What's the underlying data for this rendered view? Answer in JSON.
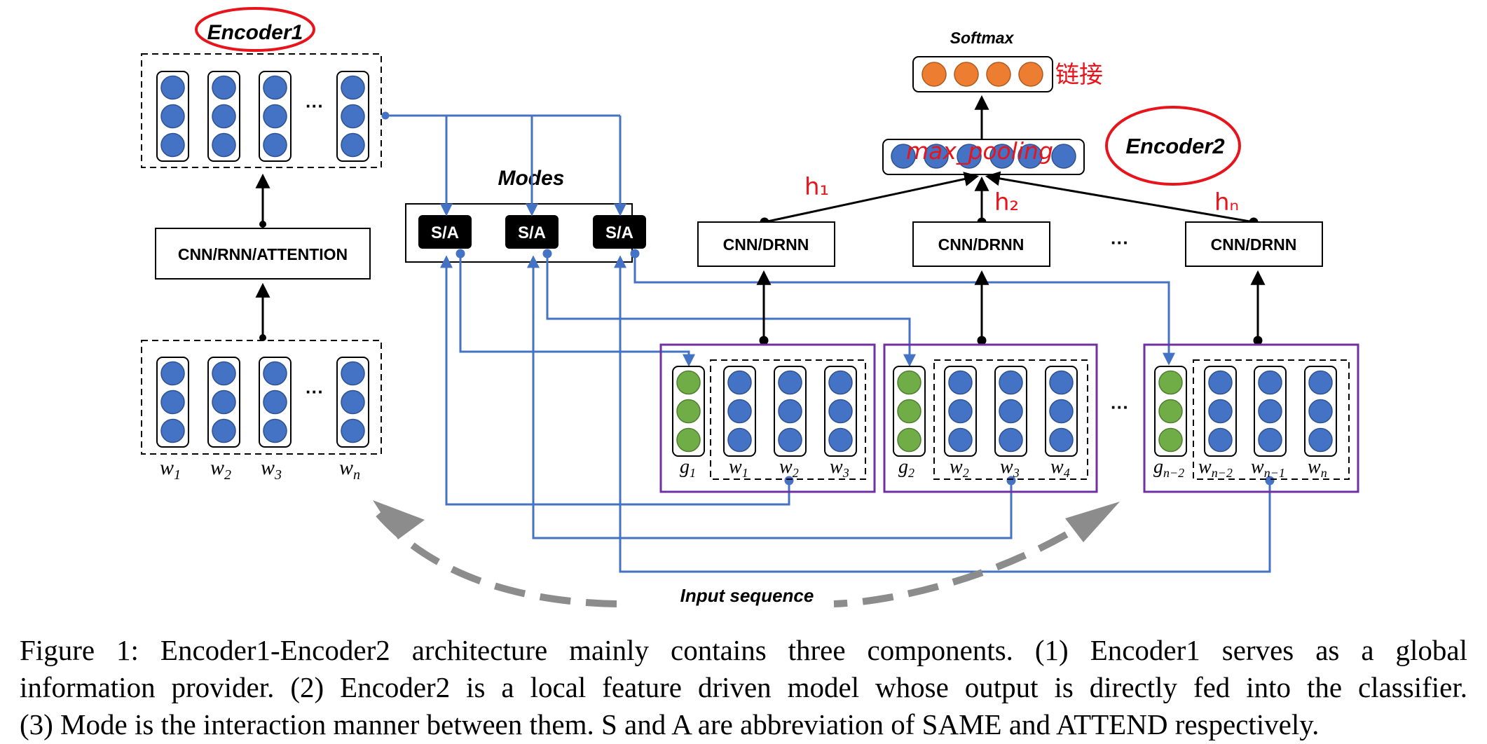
{
  "encoder1": {
    "title": "Encoder1",
    "module_label": "CNN/RNN/ATTENTION",
    "inputs": [
      "w",
      "w",
      "w",
      "w"
    ],
    "input_subs": [
      "1",
      "2",
      "3",
      "n"
    ],
    "dots": "···"
  },
  "modes": {
    "title": "Modes",
    "sa": [
      "S/A",
      "S/A",
      "S/A"
    ]
  },
  "encoder2": {
    "title": "Encoder2",
    "softmax_label": "Softmax",
    "cnn_labels": [
      "CNN/DRNN",
      "CNN/DRNN",
      "CNN/DRNN"
    ],
    "dots": "···",
    "blocks": [
      {
        "g": "g",
        "g_sub": "1",
        "w": [
          "w",
          "w",
          "w"
        ],
        "w_subs": [
          "1",
          "2",
          "3"
        ]
      },
      {
        "g": "g",
        "g_sub": "2",
        "w": [
          "w",
          "w",
          "w"
        ],
        "w_subs": [
          "2",
          "3",
          "4"
        ]
      },
      {
        "g": "g",
        "g_sub": "n−2",
        "w": [
          "w",
          "w",
          "w"
        ],
        "w_subs": [
          "n−2",
          "n−1",
          "n"
        ]
      }
    ]
  },
  "input_sequence": "Input sequence",
  "annotations": {
    "max_pooling": "max_pooling",
    "softmax_note": "链接",
    "h1": "h₁",
    "h2": "h₂",
    "hn": "hₙ"
  },
  "caption": {
    "line1": "Figure 1: Encoder1-Encoder2 architecture mainly contains three components. (1) Encoder1 serves as a global",
    "line2": "information provider. (2) Encoder2 is a local feature driven model whose output is directly fed into the classifier.",
    "line3": "(3) Mode is the interaction manner between them. S and A are abbreviation of SAME and ATTEND respectively."
  },
  "colors": {
    "blue_node": "#4472C4",
    "green_node": "#70AD47",
    "orange_node": "#ED7D31",
    "connector": "#4472C4",
    "purple_box": "#7030A0",
    "red_annotation": "#E8141C",
    "arrow_gray": "#8C8C8C",
    "sa_box": "#000000"
  }
}
